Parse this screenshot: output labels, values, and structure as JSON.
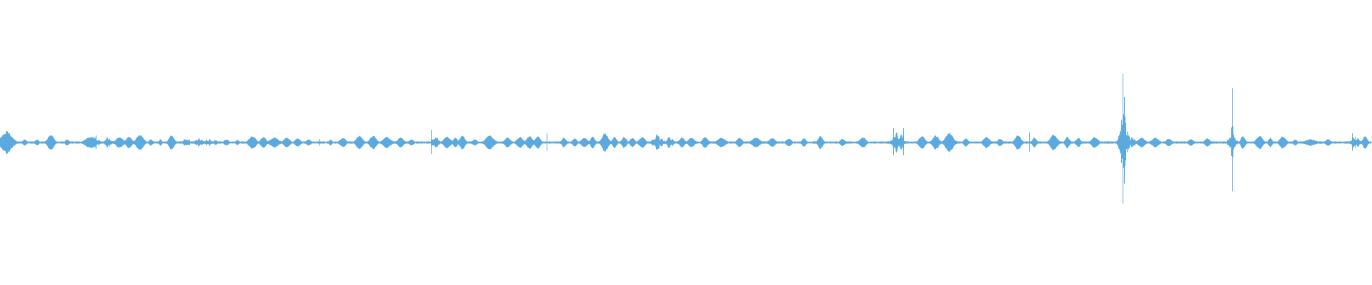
{
  "waveform": {
    "color": "#5aa9e1",
    "channels": 1,
    "amplitude_scale": 0.5,
    "bursts": [
      {
        "t": 0.005,
        "w": 0.006,
        "a": 0.07,
        "k": "blob"
      },
      {
        "t": 0.018,
        "w": 0.002,
        "a": 0.02,
        "k": "blob"
      },
      {
        "t": 0.027,
        "w": 0.002,
        "a": 0.02,
        "k": "blob"
      },
      {
        "t": 0.037,
        "w": 0.0035,
        "a": 0.05,
        "k": "blob"
      },
      {
        "t": 0.049,
        "w": 0.002,
        "a": 0.02,
        "k": "blob"
      },
      {
        "t": 0.066,
        "w": 0.006,
        "a": 0.035,
        "k": "blob"
      },
      {
        "t": 0.072,
        "w": 0.0015,
        "a": 0.016,
        "k": "blob"
      },
      {
        "t": 0.07,
        "w": 0.0003,
        "a": 0.05,
        "k": "spike"
      },
      {
        "t": 0.0695,
        "w": 0.0006,
        "a": 0.04,
        "k": "noise"
      },
      {
        "t": 0.079,
        "w": 0.003,
        "a": 0.025,
        "k": "noise"
      },
      {
        "t": 0.087,
        "w": 0.004,
        "a": 0.035,
        "k": "blob"
      },
      {
        "t": 0.094,
        "w": 0.0035,
        "a": 0.035,
        "k": "blob"
      },
      {
        "t": 0.102,
        "w": 0.004,
        "a": 0.05,
        "k": "blob"
      },
      {
        "t": 0.11,
        "w": 0.002,
        "a": 0.02,
        "k": "blob"
      },
      {
        "t": 0.117,
        "w": 0.0015,
        "a": 0.02,
        "k": "blob"
      },
      {
        "t": 0.125,
        "w": 0.003,
        "a": 0.045,
        "k": "blob"
      },
      {
        "t": 0.136,
        "w": 0.003,
        "a": 0.02,
        "k": "noise"
      },
      {
        "t": 0.145,
        "w": 0.003,
        "a": 0.025,
        "k": "noise"
      },
      {
        "t": 0.151,
        "w": 0.003,
        "a": 0.02,
        "k": "noise"
      },
      {
        "t": 0.157,
        "w": 0.0025,
        "a": 0.02,
        "k": "noise"
      },
      {
        "t": 0.165,
        "w": 0.0025,
        "a": 0.02,
        "k": "blob"
      },
      {
        "t": 0.173,
        "w": 0.0015,
        "a": 0.018,
        "k": "blob"
      },
      {
        "t": 0.184,
        "w": 0.004,
        "a": 0.04,
        "k": "blob"
      },
      {
        "t": 0.192,
        "w": 0.003,
        "a": 0.035,
        "k": "blob"
      },
      {
        "t": 0.2,
        "w": 0.005,
        "a": 0.03,
        "k": "blob"
      },
      {
        "t": 0.209,
        "w": 0.0035,
        "a": 0.03,
        "k": "blob"
      },
      {
        "t": 0.217,
        "w": 0.003,
        "a": 0.025,
        "k": "blob"
      },
      {
        "t": 0.225,
        "w": 0.0025,
        "a": 0.02,
        "k": "blob"
      },
      {
        "t": 0.233,
        "w": 0.0003,
        "a": 0.025,
        "k": "spike"
      },
      {
        "t": 0.241,
        "w": 0.0015,
        "a": 0.02,
        "k": "blob"
      },
      {
        "t": 0.25,
        "w": 0.0035,
        "a": 0.028,
        "k": "blob"
      },
      {
        "t": 0.262,
        "w": 0.0035,
        "a": 0.045,
        "k": "blob"
      },
      {
        "t": 0.272,
        "w": 0.0035,
        "a": 0.045,
        "k": "blob"
      },
      {
        "t": 0.282,
        "w": 0.0045,
        "a": 0.035,
        "k": "blob"
      },
      {
        "t": 0.292,
        "w": 0.0035,
        "a": 0.03,
        "k": "blob"
      },
      {
        "t": 0.3,
        "w": 0.0025,
        "a": 0.02,
        "k": "blob"
      },
      {
        "t": 0.314,
        "w": 0.0003,
        "a": 0.09,
        "k": "spike"
      },
      {
        "t": 0.317,
        "w": 0.003,
        "a": 0.035,
        "k": "noise"
      },
      {
        "t": 0.326,
        "w": 0.004,
        "a": 0.035,
        "k": "blob"
      },
      {
        "t": 0.332,
        "w": 0.0025,
        "a": 0.03,
        "k": "blob"
      },
      {
        "t": 0.337,
        "w": 0.003,
        "a": 0.045,
        "k": "blob"
      },
      {
        "t": 0.346,
        "w": 0.0025,
        "a": 0.02,
        "k": "blob"
      },
      {
        "t": 0.357,
        "w": 0.0045,
        "a": 0.045,
        "k": "blob"
      },
      {
        "t": 0.37,
        "w": 0.0035,
        "a": 0.03,
        "k": "blob"
      },
      {
        "t": 0.379,
        "w": 0.0035,
        "a": 0.035,
        "k": "blob"
      },
      {
        "t": 0.386,
        "w": 0.0035,
        "a": 0.04,
        "k": "blob"
      },
      {
        "t": 0.392,
        "w": 0.003,
        "a": 0.04,
        "k": "blob"
      },
      {
        "t": 0.3985,
        "w": 0.0003,
        "a": 0.065,
        "k": "spike"
      },
      {
        "t": 0.411,
        "w": 0.0025,
        "a": 0.03,
        "k": "blob"
      },
      {
        "t": 0.419,
        "w": 0.0025,
        "a": 0.025,
        "k": "blob"
      },
      {
        "t": 0.426,
        "w": 0.0035,
        "a": 0.03,
        "k": "blob"
      },
      {
        "t": 0.432,
        "w": 0.0025,
        "a": 0.035,
        "k": "blob"
      },
      {
        "t": 0.441,
        "w": 0.0035,
        "a": 0.06,
        "k": "blob"
      },
      {
        "t": 0.448,
        "w": 0.0025,
        "a": 0.035,
        "k": "blob"
      },
      {
        "t": 0.455,
        "w": 0.0025,
        "a": 0.035,
        "k": "blob"
      },
      {
        "t": 0.461,
        "w": 0.0025,
        "a": 0.03,
        "k": "blob"
      },
      {
        "t": 0.468,
        "w": 0.0035,
        "a": 0.035,
        "k": "blob"
      },
      {
        "t": 0.479,
        "w": 0.004,
        "a": 0.045,
        "k": "noise"
      },
      {
        "t": 0.488,
        "w": 0.003,
        "a": 0.035,
        "k": "noise"
      },
      {
        "t": 0.497,
        "w": 0.003,
        "a": 0.03,
        "k": "blob"
      },
      {
        "t": 0.504,
        "w": 0.0035,
        "a": 0.03,
        "k": "blob"
      },
      {
        "t": 0.514,
        "w": 0.003,
        "a": 0.035,
        "k": "blob"
      },
      {
        "t": 0.526,
        "w": 0.0045,
        "a": 0.03,
        "k": "blob"
      },
      {
        "t": 0.539,
        "w": 0.003,
        "a": 0.028,
        "k": "blob"
      },
      {
        "t": 0.551,
        "w": 0.0045,
        "a": 0.03,
        "k": "blob"
      },
      {
        "t": 0.563,
        "w": 0.0035,
        "a": 0.028,
        "k": "blob"
      },
      {
        "t": 0.575,
        "w": 0.003,
        "a": 0.025,
        "k": "blob"
      },
      {
        "t": 0.586,
        "w": 0.0025,
        "a": 0.025,
        "k": "blob"
      },
      {
        "t": 0.598,
        "w": 0.0025,
        "a": 0.045,
        "k": "blob"
      },
      {
        "t": 0.614,
        "w": 0.0025,
        "a": 0.025,
        "k": "blob"
      },
      {
        "t": 0.629,
        "w": 0.0035,
        "a": 0.035,
        "k": "blob"
      },
      {
        "t": 0.654,
        "w": 0.004,
        "a": 0.07,
        "k": "noise"
      },
      {
        "t": 0.651,
        "w": 0.0004,
        "a": 0.1,
        "k": "spike"
      },
      {
        "t": 0.6585,
        "w": 0.0004,
        "a": 0.1,
        "k": "spike"
      },
      {
        "t": 0.672,
        "w": 0.0035,
        "a": 0.04,
        "k": "blob"
      },
      {
        "t": 0.682,
        "w": 0.0035,
        "a": 0.045,
        "k": "blob"
      },
      {
        "t": 0.692,
        "w": 0.0045,
        "a": 0.06,
        "k": "blob"
      },
      {
        "t": 0.704,
        "w": 0.0025,
        "a": 0.025,
        "k": "blob"
      },
      {
        "t": 0.719,
        "w": 0.0035,
        "a": 0.035,
        "k": "blob"
      },
      {
        "t": 0.729,
        "w": 0.0025,
        "a": 0.025,
        "k": "blob"
      },
      {
        "t": 0.742,
        "w": 0.0035,
        "a": 0.045,
        "k": "blob"
      },
      {
        "t": 0.75,
        "w": 0.0003,
        "a": 0.07,
        "k": "spike"
      },
      {
        "t": 0.754,
        "w": 0.0025,
        "a": 0.03,
        "k": "blob"
      },
      {
        "t": 0.768,
        "w": 0.004,
        "a": 0.05,
        "k": "blob"
      },
      {
        "t": 0.778,
        "w": 0.0025,
        "a": 0.035,
        "k": "blob"
      },
      {
        "t": 0.786,
        "w": 0.0025,
        "a": 0.03,
        "k": "blob"
      },
      {
        "t": 0.798,
        "w": 0.0035,
        "a": 0.035,
        "k": "blob"
      },
      {
        "t": 0.818,
        "w": 0.002,
        "a": 0.48,
        "k": "spike"
      },
      {
        "t": 0.8195,
        "w": 0.002,
        "a": 0.32,
        "k": "spike"
      },
      {
        "t": 0.818,
        "w": 0.003,
        "a": 0.08,
        "k": "noise"
      },
      {
        "t": 0.824,
        "w": 0.004,
        "a": 0.035,
        "k": "noise"
      },
      {
        "t": 0.832,
        "w": 0.004,
        "a": 0.03,
        "k": "blob"
      },
      {
        "t": 0.842,
        "w": 0.004,
        "a": 0.03,
        "k": "blob"
      },
      {
        "t": 0.852,
        "w": 0.003,
        "a": 0.025,
        "k": "blob"
      },
      {
        "t": 0.868,
        "w": 0.003,
        "a": 0.02,
        "k": "blob"
      },
      {
        "t": 0.88,
        "w": 0.003,
        "a": 0.025,
        "k": "blob"
      },
      {
        "t": 0.898,
        "w": 0.0008,
        "a": 0.38,
        "k": "spike"
      },
      {
        "t": 0.898,
        "w": 0.003,
        "a": 0.05,
        "k": "noise"
      },
      {
        "t": 0.906,
        "w": 0.0025,
        "a": 0.04,
        "k": "blob"
      },
      {
        "t": 0.918,
        "w": 0.0035,
        "a": 0.045,
        "k": "blob"
      },
      {
        "t": 0.926,
        "w": 0.002,
        "a": 0.03,
        "k": "blob"
      },
      {
        "t": 0.935,
        "w": 0.0035,
        "a": 0.04,
        "k": "blob"
      },
      {
        "t": 0.944,
        "w": 0.002,
        "a": 0.02,
        "k": "blob"
      },
      {
        "t": 0.955,
        "w": 0.006,
        "a": 0.02,
        "k": "blob"
      },
      {
        "t": 0.968,
        "w": 0.003,
        "a": 0.02,
        "k": "blob"
      },
      {
        "t": 0.9855,
        "w": 0.0004,
        "a": 0.065,
        "k": "spike"
      },
      {
        "t": 0.988,
        "w": 0.003,
        "a": 0.04,
        "k": "noise"
      },
      {
        "t": 0.995,
        "w": 0.0025,
        "a": 0.04,
        "k": "blob"
      }
    ]
  }
}
